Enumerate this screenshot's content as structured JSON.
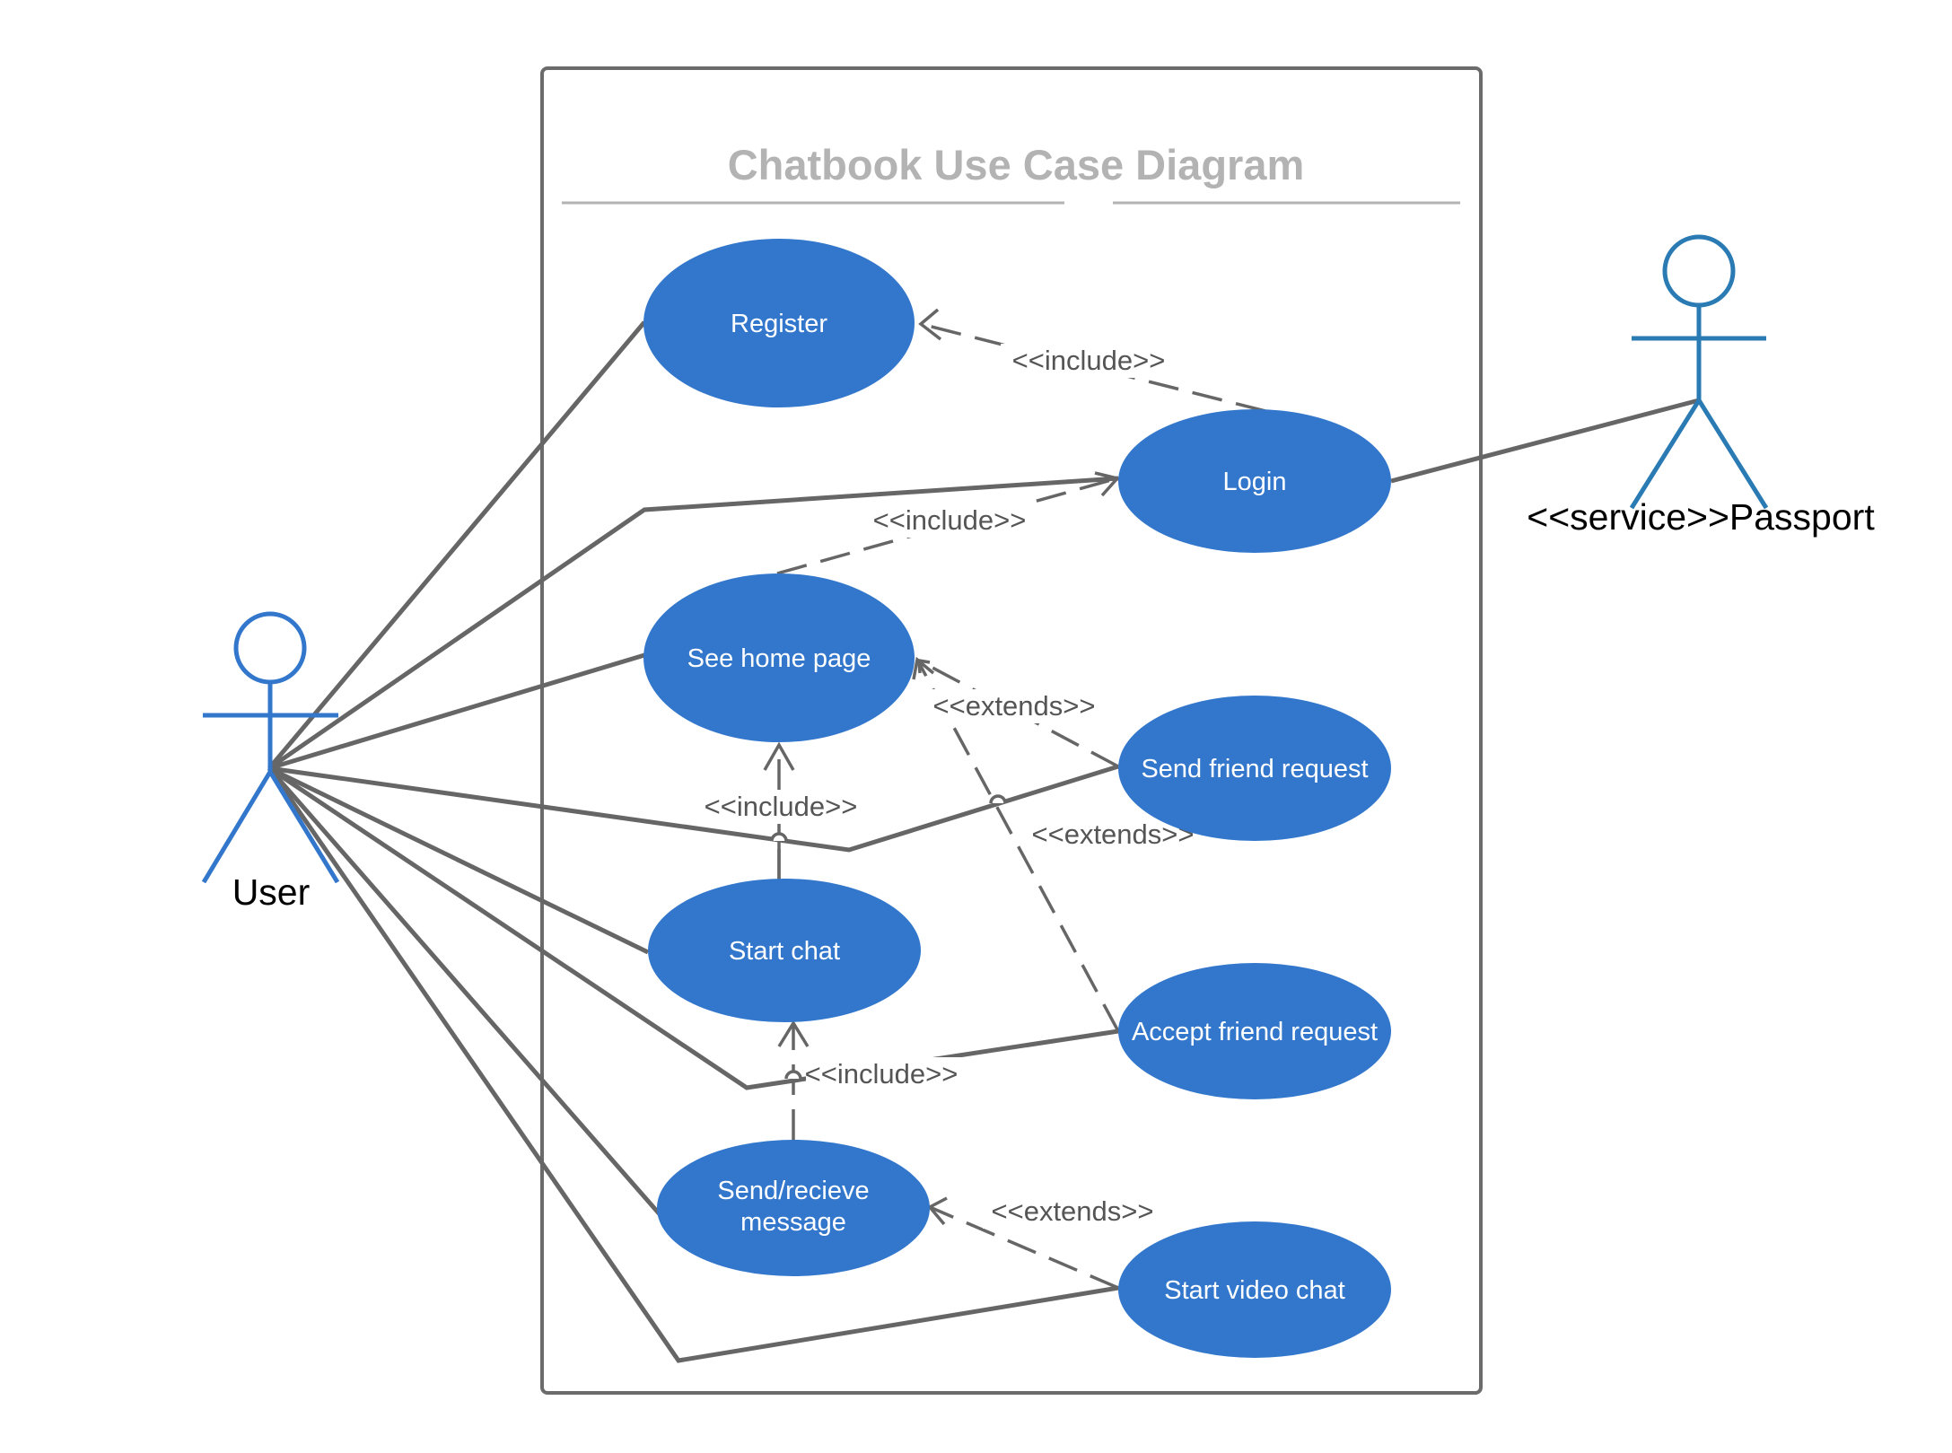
{
  "diagram": {
    "title": "Chatbook Use Case Diagram",
    "colors": {
      "usecase_fill": "#3277cc",
      "actor_stroke": "#3277cc",
      "passport_stroke": "#2a7ab3",
      "line": "#666666",
      "title": "#b3b3b3"
    },
    "actors": {
      "user": {
        "label": "User"
      },
      "passport": {
        "label": "<<service>>Passport"
      }
    },
    "use_cases": {
      "register": {
        "label": "Register"
      },
      "login": {
        "label": "Login"
      },
      "home": {
        "label": "See home page"
      },
      "friend_request": {
        "label": "Send friend request"
      },
      "start_chat": {
        "label": "Start chat"
      },
      "accept_friend": {
        "label": "Accept friend request"
      },
      "send_message": {
        "label_line1": "Send/recieve",
        "label_line2": "message"
      },
      "video_chat": {
        "label": "Start video chat"
      }
    },
    "relations": {
      "login_register": "<<include>>",
      "home_login": "<<include>>",
      "friend_home": "<<extends>>",
      "accept_home": "<<extends>>",
      "chat_home": "<<include>>",
      "message_chat": "<<include>>",
      "video_message": "<<extends>>"
    }
  }
}
